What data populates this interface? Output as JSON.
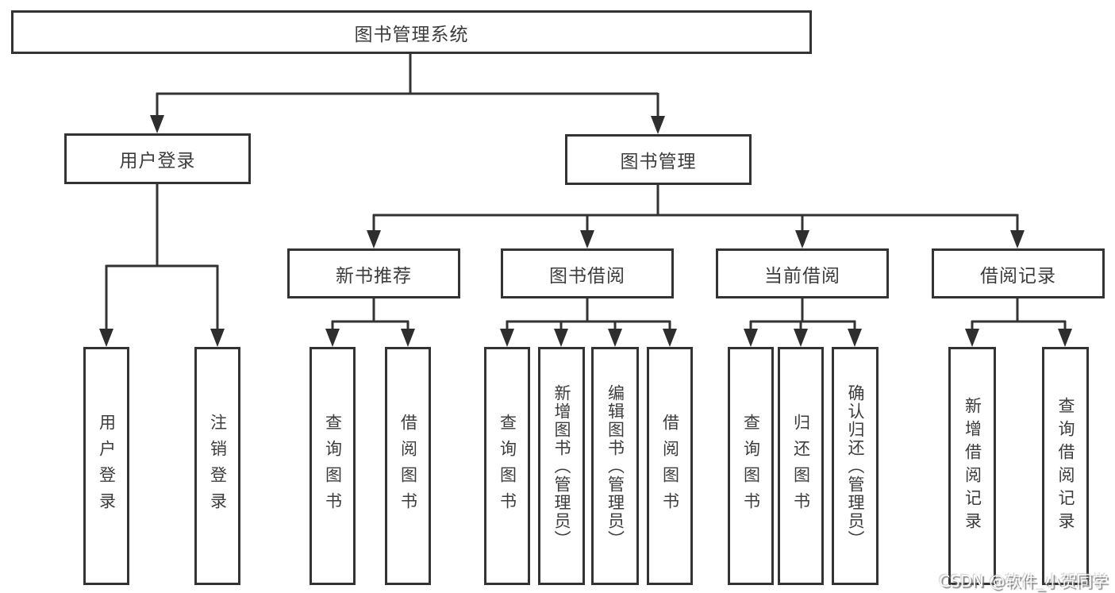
{
  "root": {
    "label": "图书管理系统"
  },
  "level2": [
    {
      "label": "用户登录"
    },
    {
      "label": "图书管理"
    }
  ],
  "level3": [
    {
      "label": "新书推荐",
      "parent": "图书管理"
    },
    {
      "label": "图书借阅",
      "parent": "图书管理"
    },
    {
      "label": "当前借阅",
      "parent": "图书管理"
    },
    {
      "label": "借阅记录",
      "parent": "图书管理"
    }
  ],
  "leaves": [
    {
      "label": "用户登录",
      "parent": "用户登录"
    },
    {
      "label": "注销登录",
      "parent": "用户登录"
    },
    {
      "label": "查询图书",
      "parent": "新书推荐"
    },
    {
      "label": "借阅图书",
      "parent": "新书推荐"
    },
    {
      "label": "查询图书",
      "parent": "图书借阅"
    },
    {
      "label": "新增图书（管理员）",
      "parent": "图书借阅"
    },
    {
      "label": "编辑图书（管理员）",
      "parent": "图书借阅"
    },
    {
      "label": "借阅图书",
      "parent": "图书借阅"
    },
    {
      "label": "查询图书",
      "parent": "当前借阅"
    },
    {
      "label": "归还图书",
      "parent": "当前借阅"
    },
    {
      "label": "确认归还（管理员）",
      "parent": "当前借阅"
    },
    {
      "label": "新增借阅记录",
      "parent": "借阅记录"
    },
    {
      "label": "查询借阅记录",
      "parent": "借阅记录"
    }
  ],
  "watermark": "CSDN @软件_小贺同学",
  "colors": {
    "line": "#333333",
    "arrowhead": "#2e2e2e",
    "text": "#3c3c3c",
    "background": "#ffffff"
  }
}
